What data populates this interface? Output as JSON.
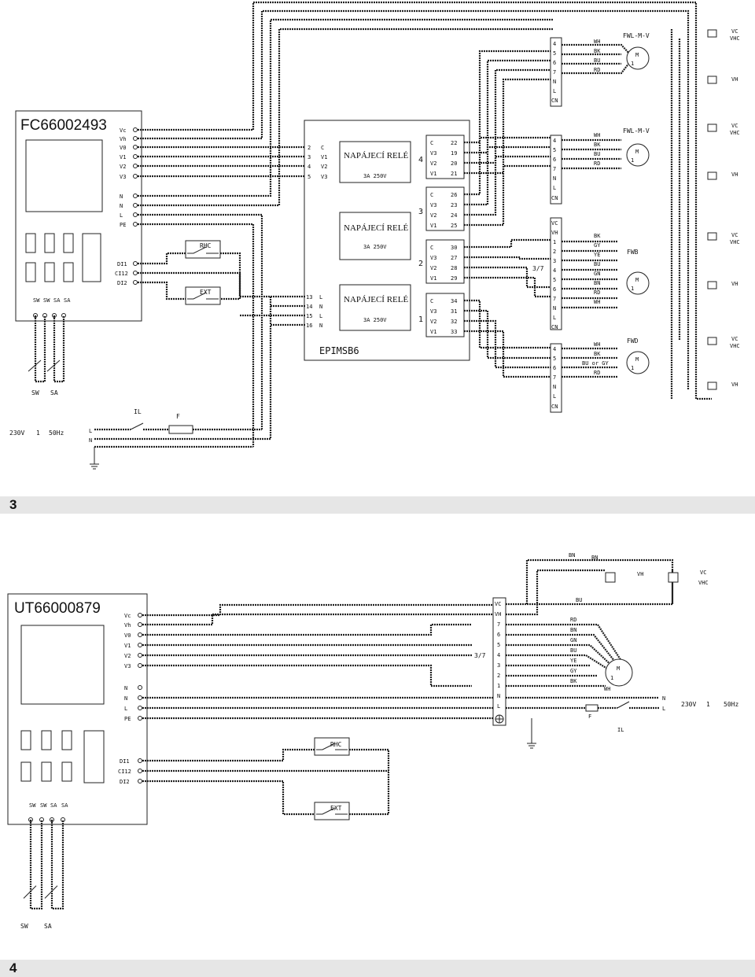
{
  "figure3": {
    "controller_title": "FC66002493",
    "controller_left_terminals": [
      "Vc",
      "Vh",
      "V0",
      "V1",
      "V2",
      "V3",
      "N",
      "N",
      "L",
      "PE",
      "DI1",
      "CI12",
      "DI2"
    ],
    "sensor_terms": [
      "SW",
      "SW",
      "SA",
      "SA"
    ],
    "sensor_labels": [
      "SW",
      "SA"
    ],
    "module_name": "EPIMSB6",
    "module_inputs_top": [
      "2",
      "3",
      "4",
      "5"
    ],
    "module_inputs_top_names": [
      "C",
      "V1",
      "V2",
      "V3"
    ],
    "module_inputs_bottom": [
      "13",
      "14",
      "15",
      "16"
    ],
    "module_inputs_bottom_names": [
      "L",
      "N",
      "L",
      "N"
    ],
    "relays": [
      {
        "title": "NAPÁJECÍ RELÉ",
        "rating": "3A 250V",
        "number": "4",
        "terms": [
          [
            "C",
            "22"
          ],
          [
            "V3",
            "19"
          ],
          [
            "V2",
            "20"
          ],
          [
            "V1",
            "21"
          ]
        ]
      },
      {
        "title": "NAPÁJECÍ RELÉ",
        "rating": "3A 250V",
        "number": "3",
        "terms": [
          [
            "C",
            "26"
          ],
          [
            "V3",
            "23"
          ],
          [
            "V2",
            "24"
          ],
          [
            "V1",
            "25"
          ]
        ]
      },
      {
        "title": "NAPÁJECÍ RELÉ",
        "rating": "3A 250V",
        "number": "2",
        "terms": [
          [
            "C",
            "30"
          ],
          [
            "V3",
            "27"
          ],
          [
            "V2",
            "28"
          ],
          [
            "V1",
            "29"
          ]
        ]
      },
      {
        "title": "NAPÁJECÍ RELÉ",
        "rating": "3A 250V",
        "number": "1",
        "terms": [
          [
            "C",
            "34"
          ],
          [
            "V3",
            "31"
          ],
          [
            "V2",
            "32"
          ],
          [
            "V1",
            "33"
          ]
        ]
      }
    ],
    "switches": [
      "RHC",
      "EXT"
    ],
    "supply": {
      "label": "230V",
      "phase": "1",
      "freq": "50Hz",
      "switch": "IL",
      "fuse": "F",
      "l": "L",
      "n": "N"
    },
    "ratio_label": "3/7",
    "units": [
      {
        "name": "FWL-M-V",
        "terms": [
          "4",
          "5",
          "6",
          "7",
          "N",
          "L",
          "CN"
        ],
        "wires": [
          "WH",
          "BK",
          "BU",
          "RD"
        ]
      },
      {
        "name": "FWL-M-V",
        "terms": [
          "4",
          "5",
          "6",
          "7",
          "N",
          "L",
          "CN"
        ],
        "wires": [
          "WH",
          "BK",
          "BU",
          "RD"
        ]
      },
      {
        "name": "FWB",
        "terms": [
          "VC",
          "VH",
          "1",
          "2",
          "3",
          "4",
          "5",
          "6",
          "7",
          "N",
          "L",
          "CN"
        ],
        "wires": [
          "BK",
          "GY",
          "YE",
          "BU",
          "GN",
          "BN",
          "RD",
          "WH"
        ]
      },
      {
        "name": "FWD",
        "terms": [
          "4",
          "5",
          "6",
          "7",
          "N",
          "L",
          "CN"
        ],
        "wires": [
          "WH",
          "BK",
          "BU or GY",
          "RD"
        ]
      }
    ],
    "motor": {
      "letter": "M",
      "phase": "1"
    },
    "valves": [
      [
        "VC",
        "VHC"
      ],
      [
        "VH"
      ],
      [
        "VC",
        "VHC"
      ],
      [
        "VH"
      ],
      [
        "VC",
        "VHC"
      ],
      [
        "VH"
      ],
      [
        "VC",
        "VHC"
      ],
      [
        "VH"
      ]
    ]
  },
  "banner3": "3",
  "figure4": {
    "controller_title": "UT66000879",
    "controller_left_terminals": [
      "Vc",
      "Vh",
      "V0",
      "V1",
      "V2",
      "V3",
      "N",
      "N",
      "L",
      "PE",
      "DI1",
      "CI12",
      "DI2"
    ],
    "sensor_terms": [
      "SW",
      "SW",
      "SA",
      "SA"
    ],
    "sensor_labels": [
      "SW",
      "SA"
    ],
    "unit_terms": [
      "VC",
      "VH",
      "7",
      "6",
      "5",
      "4",
      "3",
      "2",
      "1",
      "N",
      "L"
    ],
    "ratio_label": "3/7",
    "wires": [
      "RD",
      "BN",
      "GN",
      "BU",
      "YE",
      "GY",
      "BK",
      "WH"
    ],
    "bn_labels": [
      "BN",
      "BN"
    ],
    "bu_label": "BU",
    "valves": [
      [
        "VH"
      ],
      [
        "VC",
        "VHC"
      ]
    ],
    "switches": [
      "RHC",
      "EXT"
    ],
    "supply": {
      "label": "230V",
      "phase": "1",
      "freq": "50Hz",
      "switch": "IL",
      "fuse": "F",
      "l": "L",
      "n": "N"
    },
    "motor": {
      "letter": "M",
      "phase": "1"
    }
  },
  "banner4": "4"
}
